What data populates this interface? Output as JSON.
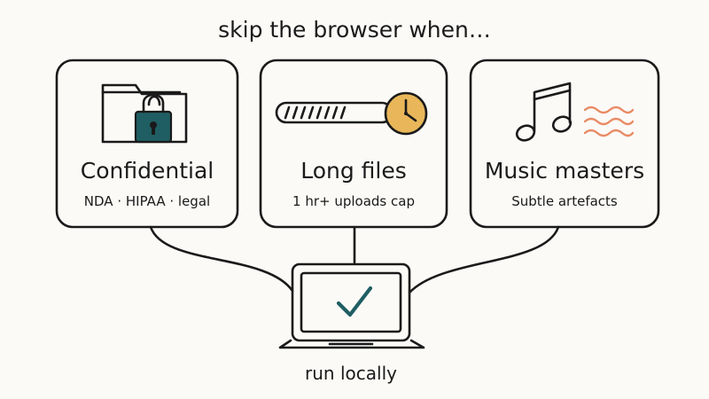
{
  "title": "skip the browser when…",
  "cards": [
    {
      "title": "Confidential",
      "subtitle": "NDA · HIPAA · legal",
      "icon": "locked-folder-icon"
    },
    {
      "title": "Long files",
      "subtitle": "1 hr+ uploads cap",
      "icon": "progress-clock-icon"
    },
    {
      "title": "Music masters",
      "subtitle": "Subtle artefacts",
      "icon": "music-note-icon"
    }
  ],
  "target": {
    "caption": "run locally",
    "icon": "laptop-check-icon"
  },
  "colors": {
    "ink": "#1a1a1a",
    "teal": "#1f5e63",
    "clock_amber": "#e9b75a",
    "waves_orange": "#e98a64",
    "background": "#fbfaf7"
  }
}
